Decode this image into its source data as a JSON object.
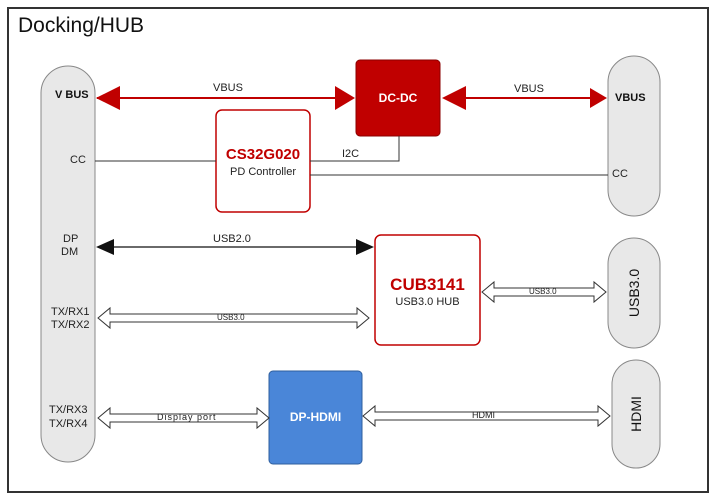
{
  "title": "Docking/HUB",
  "left_connector": {
    "vbus": "V BUS",
    "cc": "CC",
    "dp": "DP",
    "dm": "DM",
    "txrx12_a": "TX/RX1",
    "txrx12_b": "TX/RX2",
    "txrx34_a": "TX/RX3",
    "txrx34_b": "TX/RX4"
  },
  "right_connector": {
    "vbus": "VBUS",
    "cc": "CC"
  },
  "dcdc": {
    "label": "DC-DC",
    "color": "#c00000"
  },
  "pd": {
    "name": "CS32G020",
    "desc": "PD Controller",
    "name_color": "#c00000"
  },
  "hub": {
    "name": "CUB3141",
    "desc": "USB3.0 HUB",
    "name_color": "#c00000"
  },
  "dp_hdmi": {
    "label": "DP-HDMI",
    "color": "#4a86d8"
  },
  "usb3_port": {
    "label": "USB3.0"
  },
  "hdmi_port": {
    "label": "HDMI"
  },
  "signals": {
    "vbus_left": "VBUS",
    "vbus_right": "VBUS",
    "i2c": "I2C",
    "usb2": "USB2.0",
    "usb3_in": "USB3.0",
    "usb3_out": "USB3.0",
    "displayport": "Display port",
    "hdmi": "HDMI"
  },
  "colors": {
    "arrow_red": "#c00000",
    "frame": "#333333",
    "port_fill": "#e8e8e8"
  }
}
